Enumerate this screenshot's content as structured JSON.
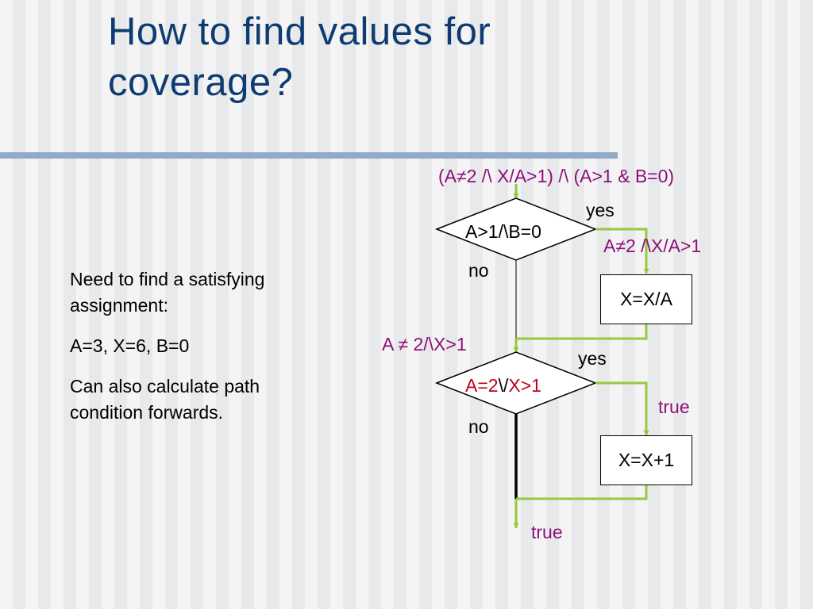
{
  "slide": {
    "title_line1": "How to find values for",
    "title_line2": "coverage?",
    "body": {
      "para1": "Need to find a satisfying assignment:",
      "para2": "A=3, X=6, B=0",
      "para3": "Can also calculate path condition forwards."
    }
  },
  "diagram": {
    "top_condition": "(A≠2 /\\ X/A>1) /\\ (A>1 & B=0)",
    "decision1": "A>1/\\B=0",
    "decision1_yes": "yes",
    "decision1_no": "no",
    "cond_after_yes1": "A≠2 /\\X/A>1",
    "assign1": "X=X/A",
    "merge1_condition": "A ≠ 2/\\X>1",
    "decision2_part1": "A=2",
    "decision2_op": "\\/",
    "decision2_part2": "X>1",
    "decision2_yes": "yes",
    "decision2_no": "no",
    "cond_after_yes2": "true",
    "assign2": "X=X+1",
    "final_condition": "true"
  },
  "colors": {
    "title": "#0e3c72",
    "rule": "#8fabc7",
    "path_highlight": "#96c93d",
    "annotation": "#8e0f7a",
    "condition_red": "#c0001a"
  }
}
